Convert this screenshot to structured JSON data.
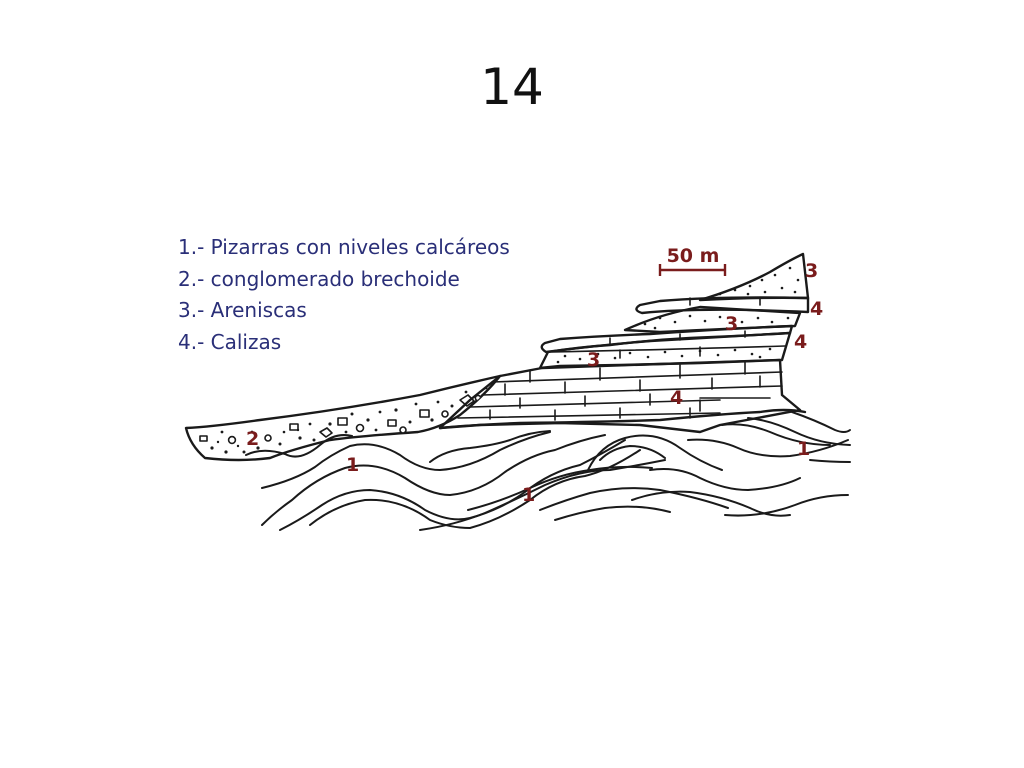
{
  "slide": {
    "title": "14"
  },
  "legend": {
    "items": [
      "1.- Pizarras con niveles calcáreos",
      "2.- conglomerado brechoide",
      "3.- Areniscas",
      "4.- Calizas"
    ]
  },
  "scale_bar": {
    "label": "50 m"
  },
  "unit_labels": {
    "one": "1",
    "two": "2",
    "three": "3",
    "four": "4"
  },
  "colors": {
    "label": "#7a1c1c",
    "legend": "#2a2f78",
    "line": "#1a1a1a"
  }
}
